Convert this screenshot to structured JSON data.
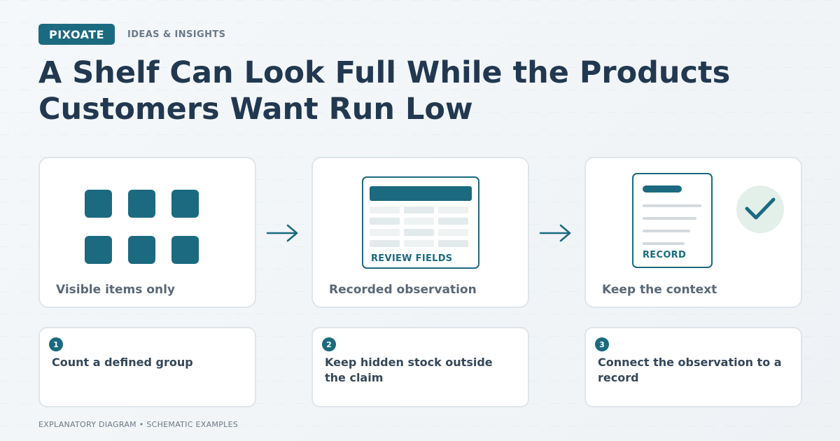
{
  "header": {
    "brand": "PIXOATE",
    "kicker": "IDEAS & INSIGHTS",
    "title": "A Shelf Can Look Full While the Products Customers Want Run Low"
  },
  "cards": [
    {
      "label": "Visible items only"
    },
    {
      "label": "Recorded observation",
      "caption": "REVIEW FIELDS"
    },
    {
      "label": "Keep the context",
      "caption": "RECORD"
    }
  ],
  "steps": [
    {
      "number": "1",
      "text": "Count a defined group"
    },
    {
      "number": "2",
      "text": "Keep hidden stock outside the claim"
    },
    {
      "number": "3",
      "text": "Connect the observation to a record"
    }
  ],
  "footer": "EXPLANATORY DIAGRAM • SCHEMATIC EXAMPLES",
  "colors": {
    "accent": "#1b6a80",
    "title": "#213850",
    "check_bg": "#e3efe9"
  },
  "icons": [
    "grid-tiles-icon",
    "form-table-icon",
    "document-icon",
    "checkmark-icon",
    "arrow-right-icon"
  ]
}
